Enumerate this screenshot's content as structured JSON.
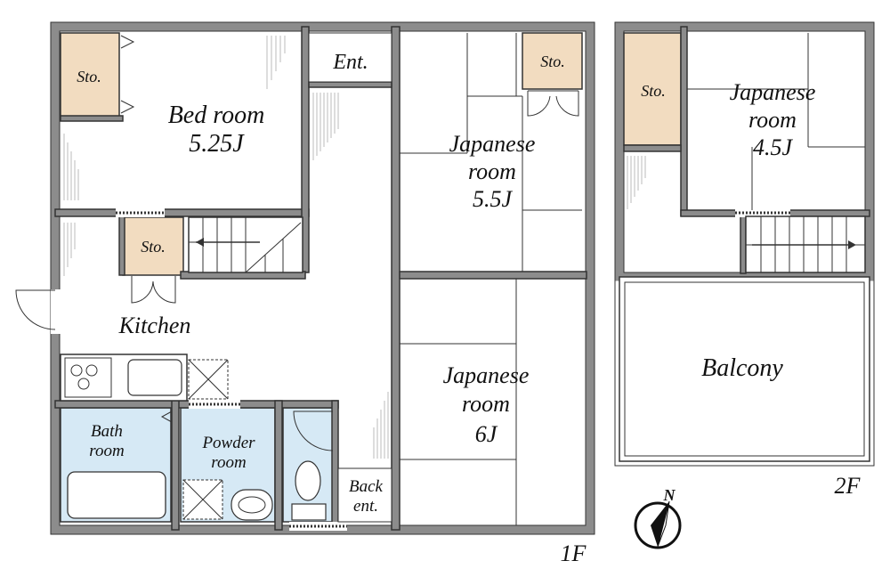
{
  "floor_plan": {
    "colors": {
      "storage": "#f2dcc0",
      "wet_area": "#d6e9f5",
      "wall": "#8c8c8c",
      "background": "#ffffff"
    },
    "first_floor": {
      "floor_label": "1F",
      "rooms": {
        "bedroom": {
          "name": "Bed room",
          "size": "5.25J"
        },
        "storage_bedroom": "Sto.",
        "storage_stairs": "Sto.",
        "storage_japanese": "Sto.",
        "entrance": "Ent.",
        "kitchen": "Kitchen",
        "bath": {
          "line1": "Bath",
          "line2": "room"
        },
        "powder": {
          "line1": "Powder",
          "line2": "room"
        },
        "back_entrance": {
          "line1": "Back",
          "line2": "ent."
        },
        "japanese_upper": {
          "line1": "Japanese",
          "line2": "room",
          "size": "5.5J"
        },
        "japanese_lower": {
          "line1": "Japanese",
          "line2": "room",
          "size": "6J"
        }
      }
    },
    "second_floor": {
      "floor_label": "2F",
      "rooms": {
        "storage": "Sto.",
        "japanese": {
          "line1": "Japanese",
          "line2": "room",
          "size": "4.5J"
        },
        "balcony": "Balcony"
      }
    },
    "compass": {
      "label": "N",
      "icon": "north-arrow-icon"
    }
  }
}
